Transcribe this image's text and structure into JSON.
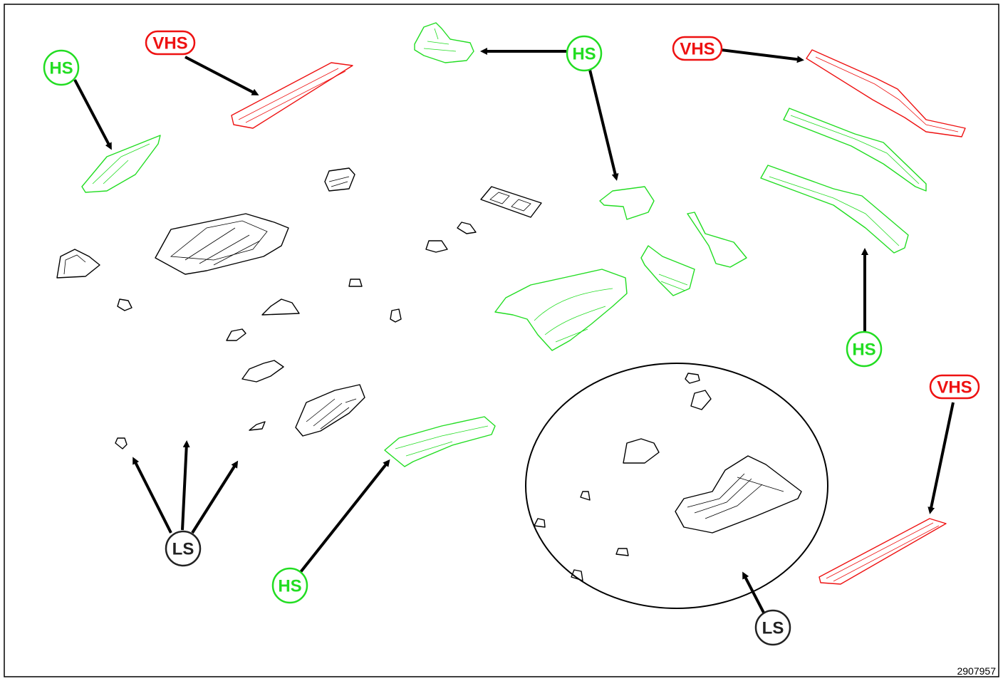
{
  "labels": {
    "hs_top_left": "HS",
    "vhs_top_left": "VHS",
    "hs_top_center": "HS",
    "vhs_top_right": "VHS",
    "hs_right_middle": "HS",
    "vhs_right_bottom": "VHS",
    "hs_bottom_center": "HS",
    "ls_bottom_left": "LS",
    "ls_bottom_right": "LS"
  },
  "reference_number": "2907957",
  "colors": {
    "hs": "#22dd22",
    "vhs": "#ee1111",
    "ls": "#000000"
  }
}
